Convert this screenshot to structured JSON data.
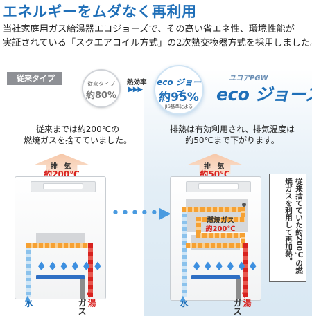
{
  "heading": "エネルギーをムダなく再利用",
  "intro": {
    "line1": "当社家庭用ガス給湯器エコジョーズで、その高い省エネ性、環境性能が",
    "line2": "実証されている「スクエアコイル方式」の2次熱交換器方式を採用しました。"
  },
  "comparison": {
    "old_tab": "従来タイプ",
    "old_circle_label": "従来タイプ",
    "old_efficiency": "約80%",
    "efficiency_label": "熱効率",
    "arrows": "▶▶▶",
    "new_logo": "eco ジョーズ",
    "new_efficiency": "約95%",
    "jis_note": "JIS基準による",
    "brand_top": "ユコアPGW",
    "brand_logo": "eco ジョーズ"
  },
  "left_diagram": {
    "desc_line1": "従来までは約200℃の",
    "desc_line2": "燃焼ガスを捨てていました。",
    "exhaust_label": "排 気",
    "exhaust_temp": "約200℃",
    "water_label": "水",
    "gas_label": "ガス",
    "hot_label": "湯"
  },
  "right_diagram": {
    "desc_line1": "排熱は有効利用され、排気温度は",
    "desc_line2": "約50℃まで下がります。",
    "exhaust_label": "排 気",
    "exhaust_temp": "約50℃",
    "combust_label": "燃焼ガス",
    "combust_temp": "約200℃",
    "callout": "従来捨てていた約200℃の燃焼ガスを利用して再加熱。",
    "water_label": "水",
    "gas_label": "ガス",
    "hot_label": "湯"
  },
  "colors": {
    "accent_blue": "#1f6fb8",
    "hot_red": "#d8221f",
    "warm_orange": "#f6a133",
    "cold_blue": "#8bc2ec"
  }
}
